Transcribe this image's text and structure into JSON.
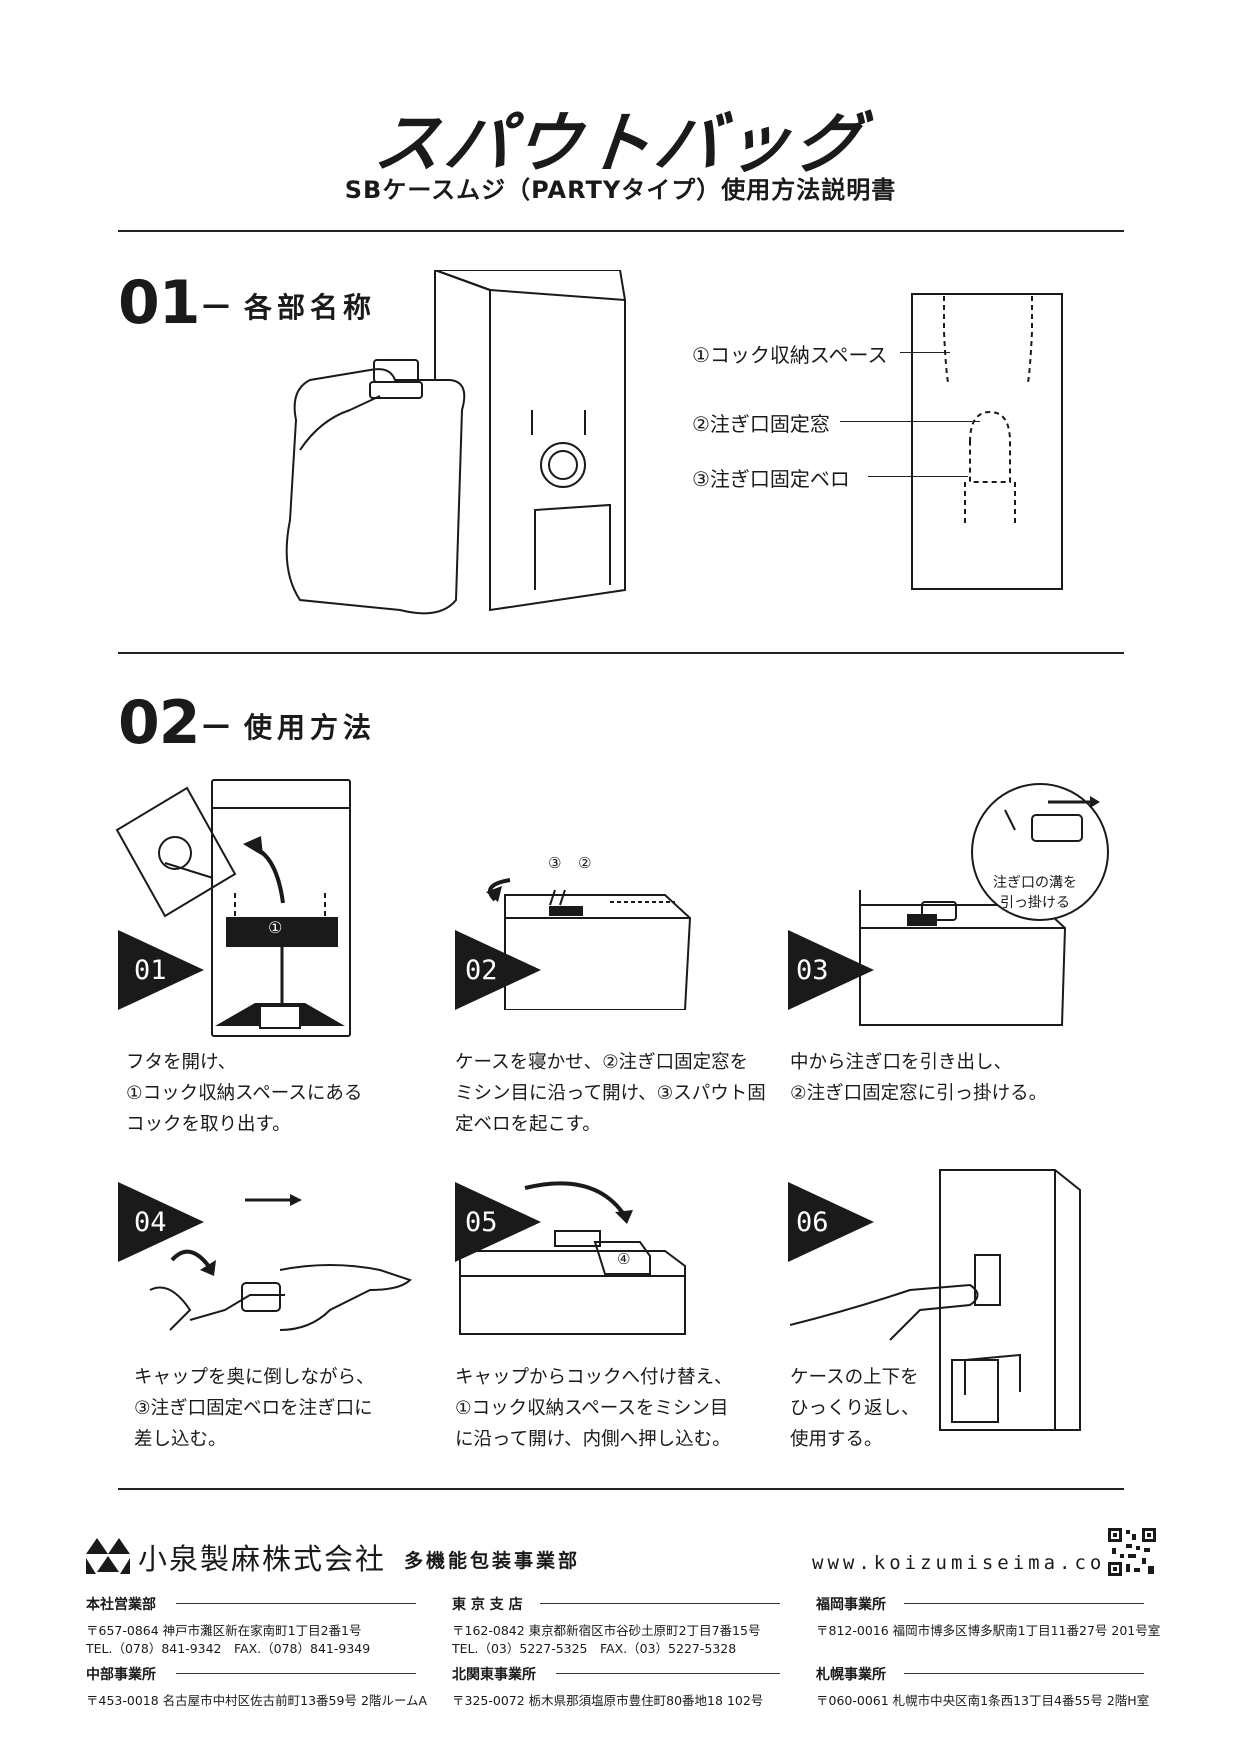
{
  "header": {
    "logo_text": "スパウトバッグ",
    "subtitle": "SBケースムジ（PARTYタイプ）使用方法説明書"
  },
  "section1": {
    "number": "01",
    "dash": "—",
    "title": "各部名称",
    "parts": [
      {
        "label": "①コック収納スペース"
      },
      {
        "label": "②注ぎ口固定窓"
      },
      {
        "label": "③注ぎ口固定ベロ"
      }
    ]
  },
  "section2": {
    "number": "02",
    "dash": "—",
    "title": "使用方法",
    "steps": [
      {
        "num": "01",
        "text": "フタを開け、\n①コック収納スペースにある\nコックを取り出す。",
        "marker": "①"
      },
      {
        "num": "02",
        "text": "ケースを寝かせ、②注ぎ口固定窓を\nミシン目に沿って開け、③スパウト固\n定ベロを起こす。",
        "marker_a": "③",
        "marker_b": "②"
      },
      {
        "num": "03",
        "text": "中から注ぎ口を引き出し、\n②注ぎ口固定窓に引っ掛ける。",
        "callout": "注ぎ口の溝を\n引っ掛ける"
      },
      {
        "num": "04",
        "text": "キャップを奥に倒しながら、\n③注ぎ口固定ベロを注ぎ口に\n差し込む。"
      },
      {
        "num": "05",
        "text": "キャップからコックへ付け替え、\n①コック収納スペースをミシン目\nに沿って開け、内側へ押し込む。",
        "marker": "④"
      },
      {
        "num": "06",
        "text": "ケースの上下を\nひっくり返し、\n使用する。"
      }
    ]
  },
  "footer": {
    "company": "小泉製麻株式会社",
    "division": "多機能包装事業部",
    "url": "www.koizumiseima.co.jp",
    "offices": [
      {
        "name": "本社営業部",
        "lines": [
          "〒657-0864 神戸市灘区新在家南町1丁目2番1号",
          "TEL.（078）841-9342　FAX.（078）841-9349"
        ]
      },
      {
        "name": "東 京 支 店",
        "lines": [
          "〒162-0842 東京都新宿区市谷砂土原町2丁目7番15号",
          "TEL.（03）5227-5325　FAX.（03）5227-5328"
        ]
      },
      {
        "name": "福岡事業所",
        "lines": [
          "〒812-0016 福岡市博多区博多駅南1丁目11番27号 201号室"
        ]
      },
      {
        "name": "中部事業所",
        "lines": [
          "〒453-0018 名古屋市中村区佐古前町13番59号 2階ルームA"
        ]
      },
      {
        "name": "北関東事業所",
        "lines": [
          "〒325-0072 栃木県那須塩原市豊住町80番地18 102号"
        ]
      },
      {
        "name": "札幌事業所",
        "lines": [
          "〒060-0061 札幌市中央区南1条西13丁目4番55号 2階H室"
        ]
      }
    ]
  }
}
